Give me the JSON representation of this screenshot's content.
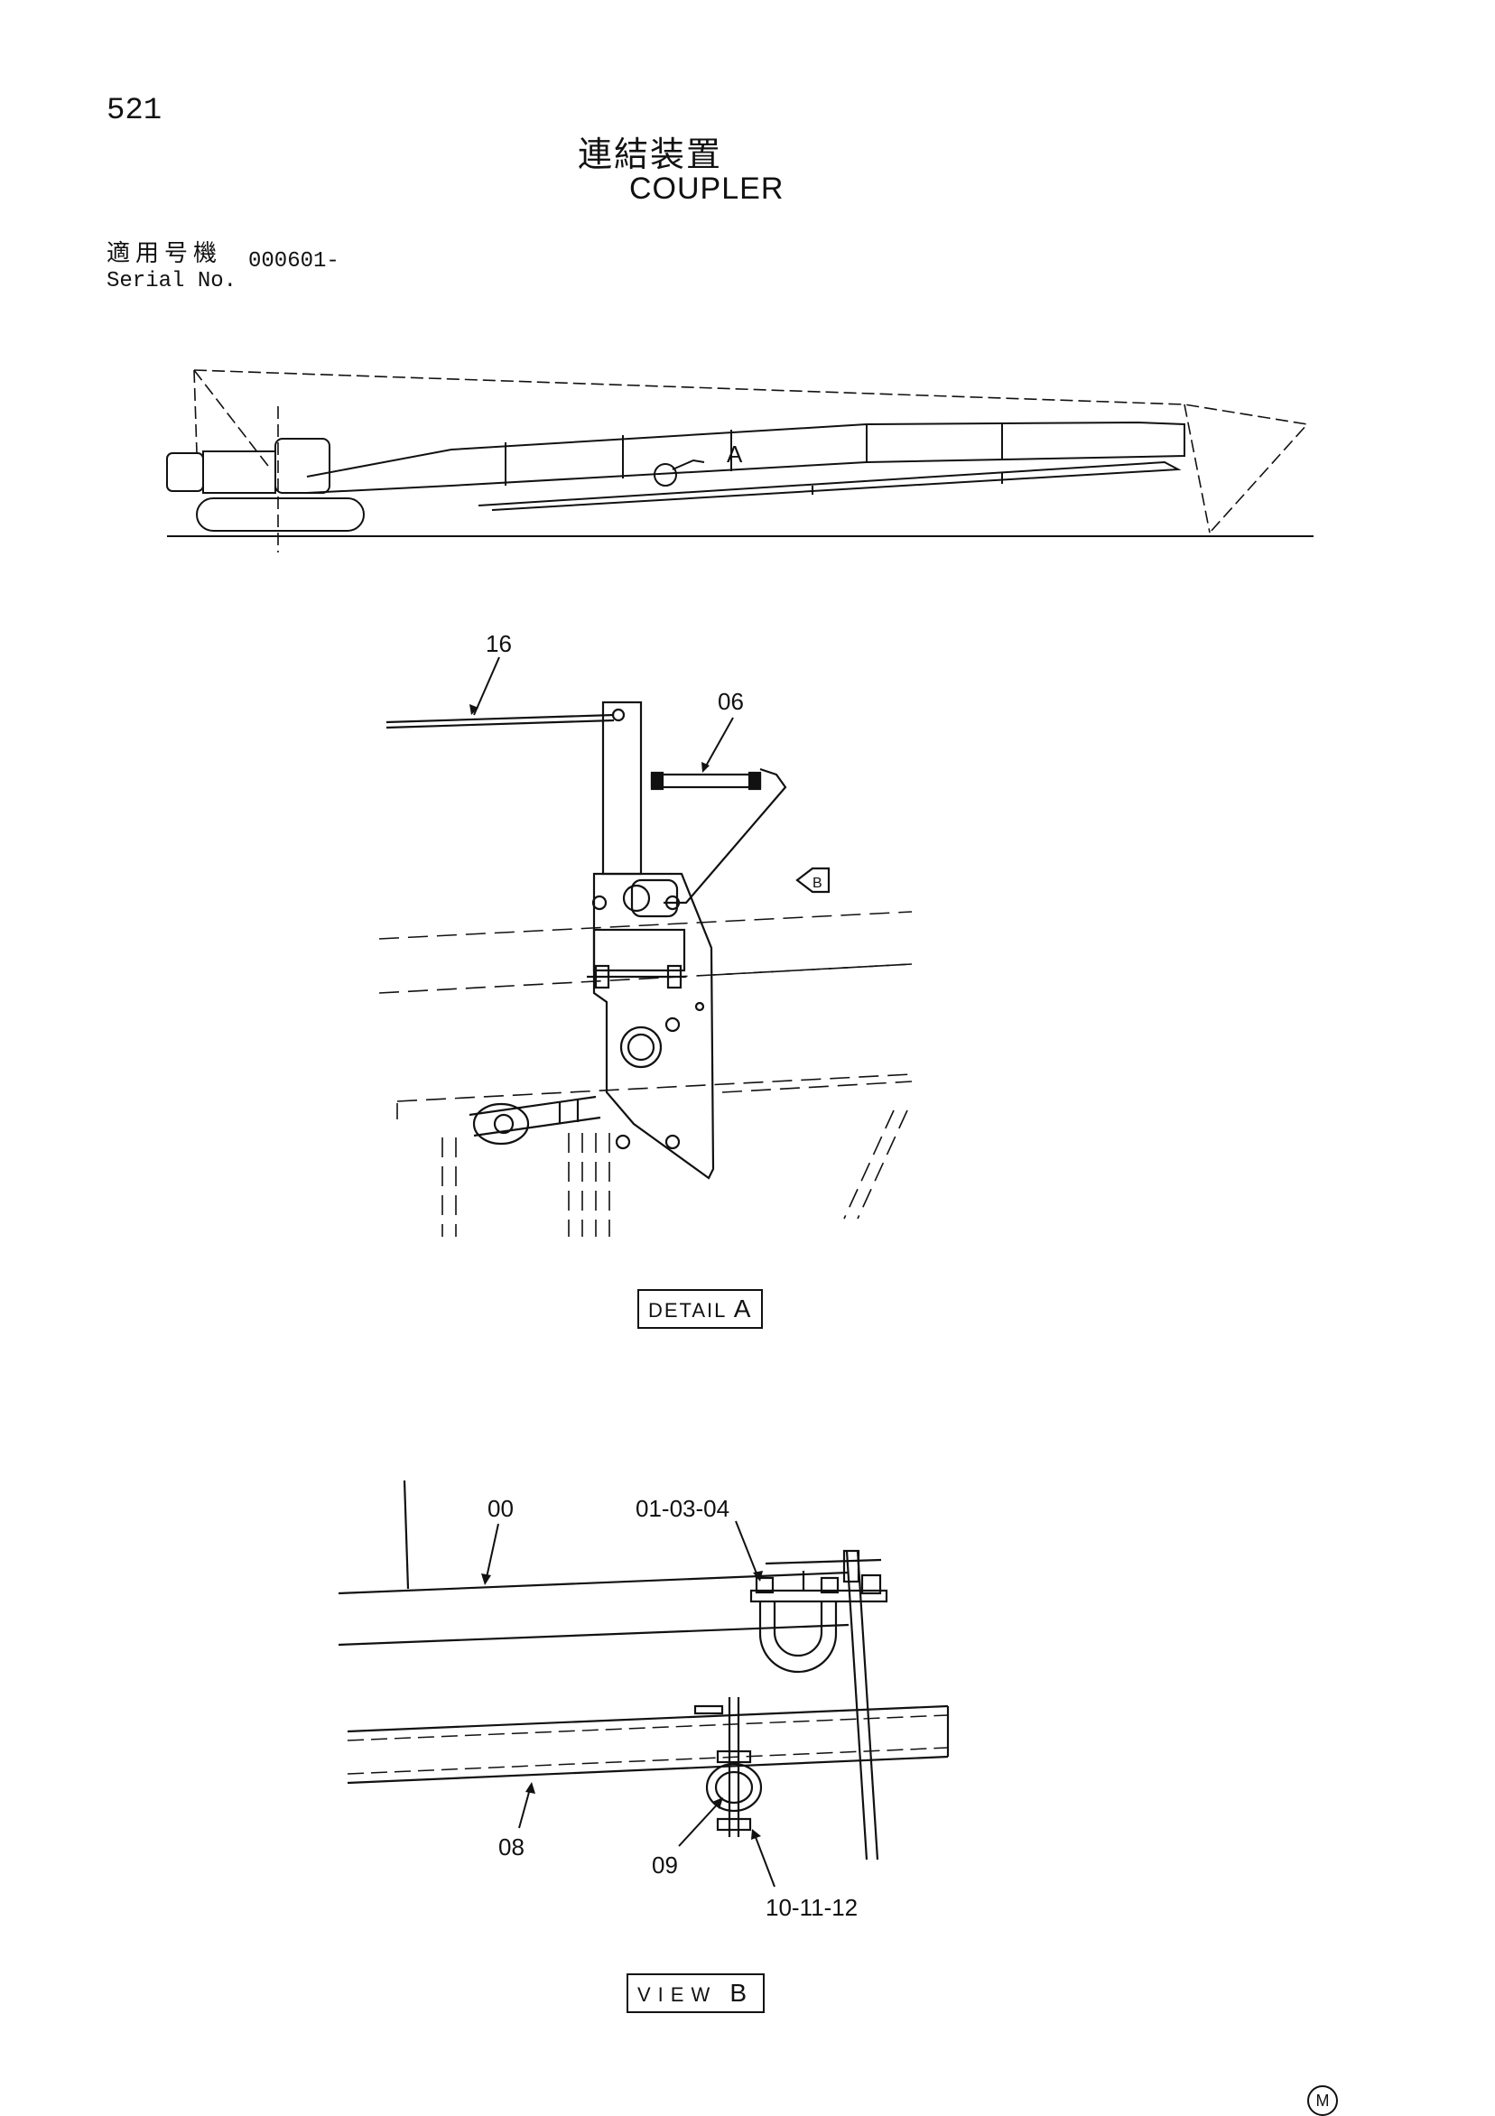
{
  "header": {
    "page_number": "521",
    "title_jp": "連結装置",
    "title_en": "COUPLER",
    "serial_label_jp": "適用号機",
    "serial_label_en": "Serial No.",
    "serial_value": "000601-"
  },
  "overview": {
    "detail_marker": "A"
  },
  "detail_a": {
    "callouts": [
      "16",
      "06"
    ],
    "view_arrow_label": "B",
    "caption_text": "DETAIL",
    "caption_letter": "A"
  },
  "view_b": {
    "callouts": [
      "00",
      "01-03-04",
      "08",
      "09",
      "10-11-12"
    ],
    "caption_text": "VIEW",
    "caption_letter": "B"
  },
  "footer": {
    "mark": "M"
  }
}
